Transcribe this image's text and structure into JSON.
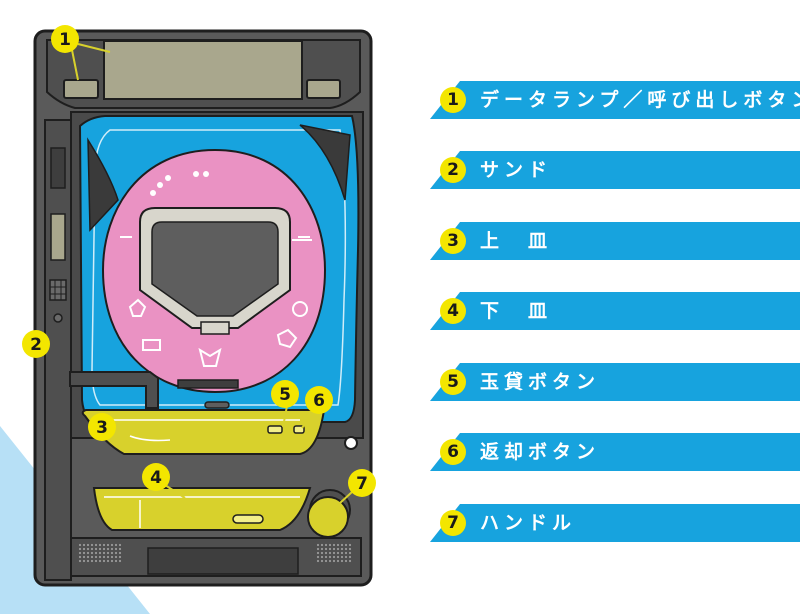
{
  "callouts": [
    "1",
    "2",
    "3",
    "4",
    "5",
    "6",
    "7"
  ],
  "legend": [
    {
      "num": "1",
      "label": "データランプ／呼び出しボタン"
    },
    {
      "num": "2",
      "label": "サンド"
    },
    {
      "num": "3",
      "label": "上　皿"
    },
    {
      "num": "4",
      "label": "下　皿"
    },
    {
      "num": "5",
      "label": "玉貸ボタン"
    },
    {
      "num": "6",
      "label": "返却ボタン"
    },
    {
      "num": "7",
      "label": "ハンドル"
    }
  ],
  "colors": {
    "machine_body": "#5a5a5a",
    "outline": "#1e1e1e",
    "playfield": "#17a3de",
    "pink": "#ea92c3",
    "screen": "#a9a78d",
    "tray": "#d8d12c",
    "badge": "#f3e600",
    "band": "#17a3de",
    "corner": "#b7e0f6"
  }
}
